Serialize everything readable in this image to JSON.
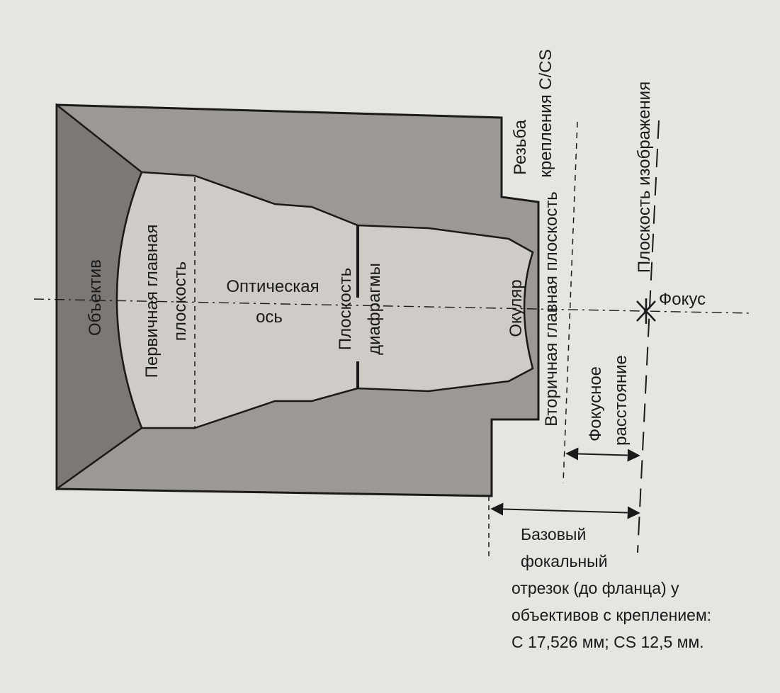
{
  "labels": {
    "lens": "Объектив",
    "primary_plane_1": "Первичная главная",
    "primary_plane_2": "плоскость",
    "optical_axis_1": "Оптическая",
    "optical_axis_2": "ось",
    "diaphragm_1": "Плоскость",
    "diaphragm_2": "диафрагмы",
    "eyepiece": "Окуляр",
    "thread_1": "Резьба",
    "thread_2": "крепления C/CS",
    "secondary_plane": "Вторичная главная плоскость",
    "image_plane": "Плоскость изображения",
    "focus": "Фокус",
    "focal_length_1": "Фокусное",
    "focal_length_2": "расстояние"
  },
  "caption": [
    "Базовый",
    "фокальный",
    "отрезок (до фланца) у",
    "объективов с креплением:",
    "С 17,526 мм; CS 12,5 мм."
  ],
  "colors": {
    "background": "#e7e5e2",
    "body_dark": "#7b7876",
    "body_medium": "#9b9895",
    "inner_light": "#cfccc8",
    "line": "#1a1a1a"
  }
}
